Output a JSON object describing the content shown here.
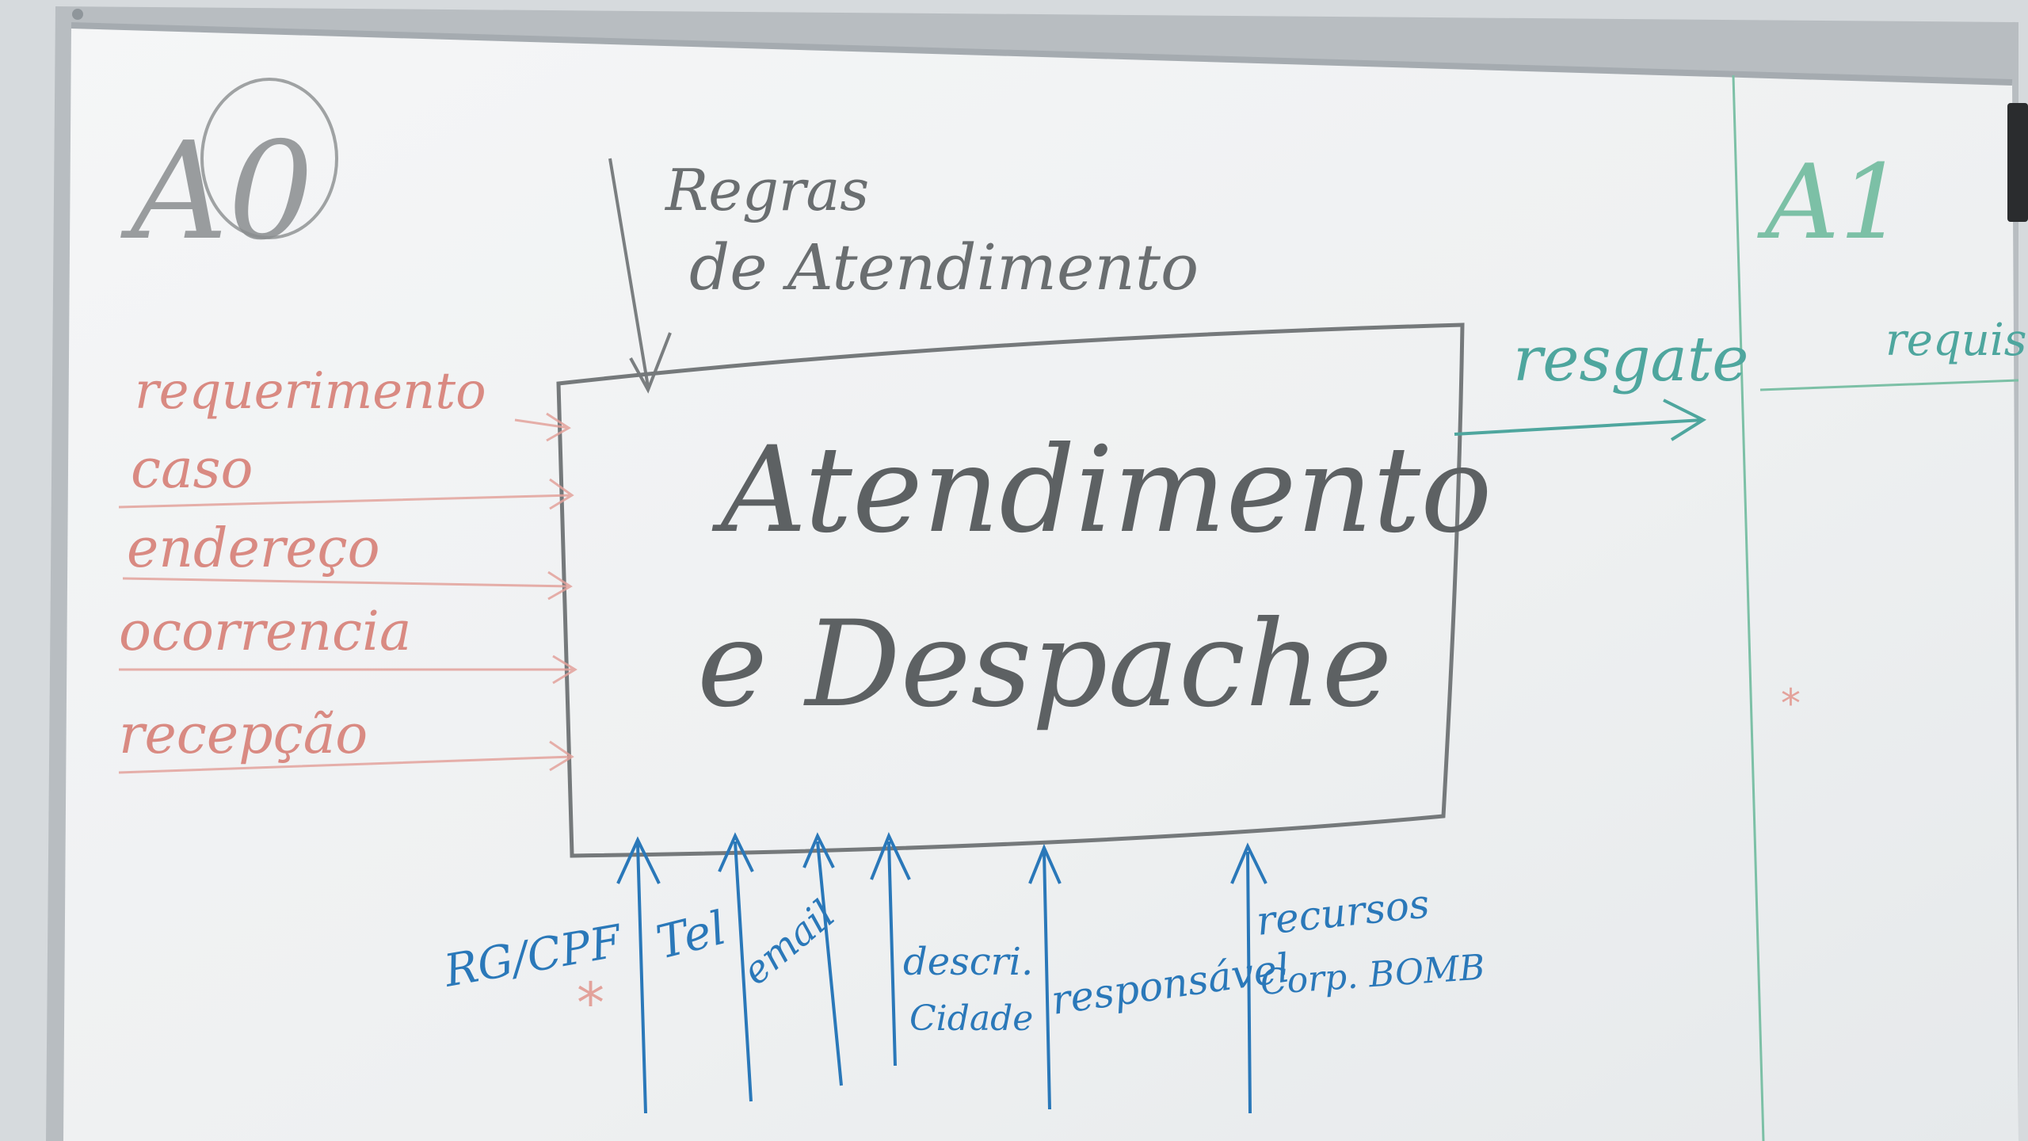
{
  "diagram": {
    "left_section_label": "A0",
    "right_section_label": "A1",
    "control_label": [
      "Regras",
      "de Atendimento"
    ],
    "process_title": [
      "Atendimento",
      "e Despache"
    ],
    "inputs": [
      "requerimento",
      "caso",
      "endereço",
      "ocorrencia",
      "recepção"
    ],
    "output_label": "resgate",
    "right_partial_label": "requisiçã",
    "mechanisms": [
      {
        "lines": [
          "RG/CPF"
        ]
      },
      {
        "lines": [
          "Tel"
        ]
      },
      {
        "lines": [
          "email"
        ]
      },
      {
        "lines": [
          "descri.",
          "Cidade"
        ]
      },
      {
        "lines": [
          "responsável"
        ]
      },
      {
        "lines": [
          "recursos",
          "Corp. BOMB"
        ]
      }
    ],
    "asterisk": "*"
  },
  "colors": {
    "board": "#f1f3f4",
    "frame": "#b9bec2",
    "marker_black": "#6a6e70",
    "marker_red": "#d98a82",
    "marker_blue": "#2a78b9",
    "marker_green": "#4ea69e"
  }
}
